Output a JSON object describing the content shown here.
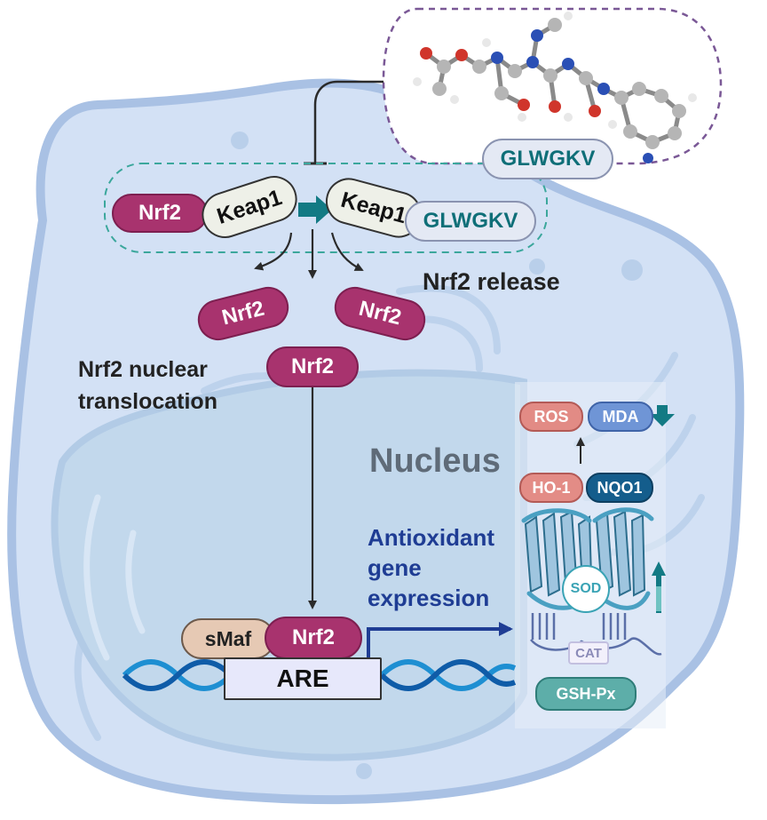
{
  "molecule": {
    "label": "GLWGKV"
  },
  "complex": {
    "nrf2": "Nrf2",
    "keap1_left": "Keap1",
    "keap1_right": "Keap1",
    "glwgkv": "GLWGKV"
  },
  "released": [
    "Nrf2",
    "Nrf2",
    "Nrf2"
  ],
  "labels": {
    "release": "Nrf2 release",
    "translocation_line1": "Nrf2 nuclear",
    "translocation_line2": "translocation",
    "nucleus": "Nucleus",
    "expression_line1": "Antioxidant",
    "expression_line2": "gene",
    "expression_line3": "expression"
  },
  "dna_complex": {
    "smaf": "sMaf",
    "nrf2": "Nrf2",
    "are": "ARE"
  },
  "enzymes": {
    "ros": "ROS",
    "mda": "MDA",
    "ho1": "HO-1",
    "nqo1": "NQO1",
    "sod": "SOD",
    "cat": "CAT",
    "gsh": "GSH-Px"
  },
  "icons": {
    "inhibit": "inhibition-tee-icon",
    "transition": "teal-right-arrow-icon",
    "decrease": "teal-down-arrow-icon",
    "increase": "teal-up-arrow-icon"
  },
  "colors": {
    "nrf2": "#a8336e",
    "teal": "#127a84",
    "expression_text": "#1f3d94",
    "cell": "#d3e1f5",
    "nucleus": "#c2d8ec"
  }
}
